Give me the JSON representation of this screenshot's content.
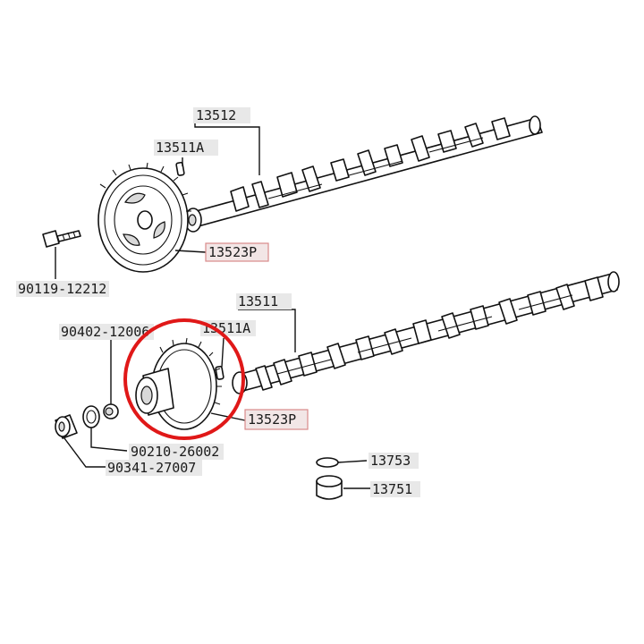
{
  "diagram": {
    "parts": {
      "upper_camshaft": "13512",
      "upper_pin": "13511A",
      "upper_gear": "13523P",
      "gear_bolt": "90119-12212",
      "lower_camshaft": "13511",
      "lower_pin": "13511A",
      "lower_gear": "13523P",
      "plug": "90402-12006",
      "washer": "90210-26002",
      "plug_bolt": "90341-27007",
      "shim": "13753",
      "lifter": "13751"
    },
    "highlighted_parts": [
      "13523P"
    ],
    "highlight_circle_color": "#e01818",
    "highlight_box_color": "#d98a8a"
  }
}
